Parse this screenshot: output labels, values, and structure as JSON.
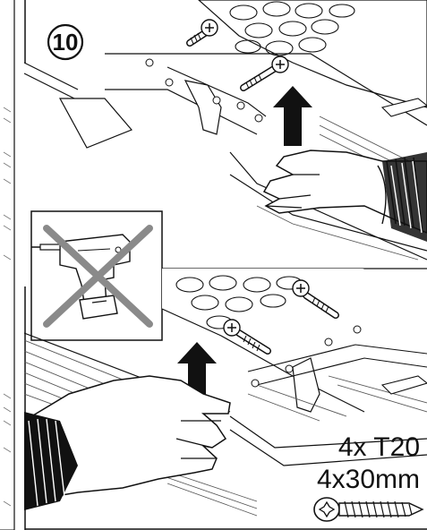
{
  "step": {
    "number": "10"
  },
  "screw_spec": {
    "quantity_type": "4x T20",
    "size": "4x30mm"
  },
  "colors": {
    "ink": "#111111",
    "hatch": "#555555",
    "forbidden_cross": "#8a8a8a",
    "paper": "#ffffff"
  },
  "icons": {
    "drill": "cordless-drill-icon",
    "prohibited": "prohibited-cross-icon",
    "lift_arrow": "up-arrow-icon",
    "screw": "screw-icon",
    "hand": "hand-icon"
  }
}
